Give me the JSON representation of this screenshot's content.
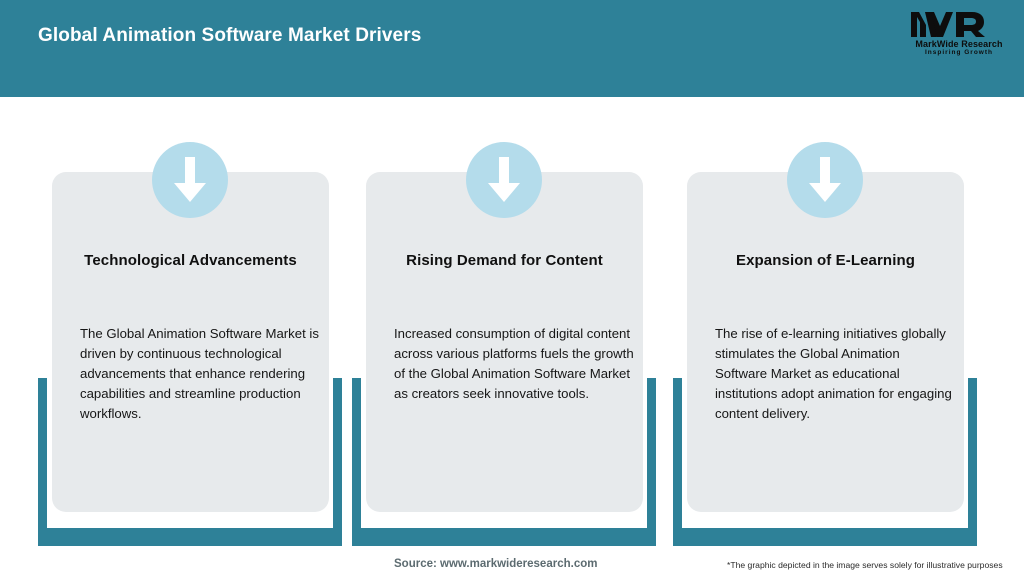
{
  "header": {
    "title": "Global Animation Software Market Drivers",
    "bg_color": "#2e8198",
    "logo": {
      "mark": "MWR",
      "name": "MarkWide Research",
      "tagline": "Inspiring Growth"
    }
  },
  "cards": [
    {
      "icon": "down-arrow-icon",
      "title": "Technological Advancements",
      "body": "The Global Animation Software Market is driven by continuous technological advancements that enhance rendering capabilities and streamline production workflows."
    },
    {
      "icon": "down-arrow-icon",
      "title": "Rising Demand for Content",
      "body": "Increased consumption of digital content across various platforms fuels the growth of the Global Animation Software Market as creators seek innovative tools."
    },
    {
      "icon": "down-arrow-icon",
      "title": "Expansion of E-Learning",
      "body": "The rise of e-learning initiatives globally stimulates the Global Animation Software Market as educational institutions adopt animation for engaging content delivery."
    }
  ],
  "footer": {
    "source": "Source: www.markwideresearch.com",
    "disclaimer": "*The graphic depicted in the image serves solely for illustrative purposes"
  },
  "colors": {
    "teal": "#2e8198",
    "card_gray": "#e7eaec",
    "circle_blue": "#b4dceb",
    "white": "#ffffff"
  }
}
